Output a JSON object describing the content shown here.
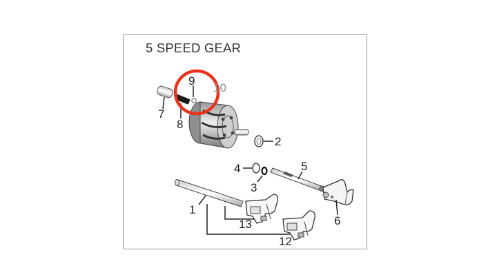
{
  "diagram": {
    "title": "5 SPEED GEAR",
    "highlight_color": "#e8321e",
    "callouts": {
      "c1": "1",
      "c2": "2",
      "c3": "3",
      "c4": "4",
      "c5": "5",
      "c6": "6",
      "c7": "7",
      "c8": "8",
      "c9": "9",
      "c10": "10",
      "c12": "12",
      "c13": "13"
    }
  }
}
